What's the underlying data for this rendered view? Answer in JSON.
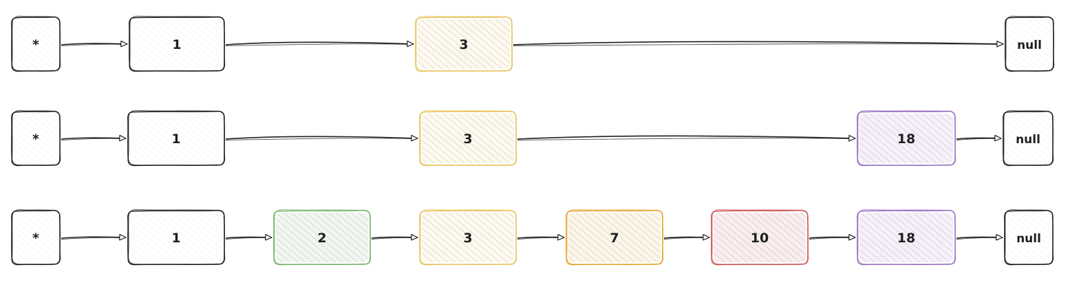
{
  "colors": {
    "default": "#1e1e1e",
    "yellow": "#e8c15a",
    "green": "#75b36a",
    "orange": "#e6a32a",
    "red": "#c9524d",
    "purple": "#9a6fc0"
  },
  "rows": [
    {
      "nodes": [
        {
          "label": "*",
          "color": "default"
        },
        {
          "label": "1",
          "color": "default"
        },
        {
          "label": "3",
          "color": "yellow"
        },
        {
          "label": "null",
          "color": "default"
        }
      ]
    },
    {
      "nodes": [
        {
          "label": "*",
          "color": "default"
        },
        {
          "label": "1",
          "color": "default"
        },
        {
          "label": "3",
          "color": "yellow"
        },
        {
          "label": "18",
          "color": "purple"
        },
        {
          "label": "null",
          "color": "default"
        }
      ]
    },
    {
      "nodes": [
        {
          "label": "*",
          "color": "default"
        },
        {
          "label": "1",
          "color": "default"
        },
        {
          "label": "2",
          "color": "green"
        },
        {
          "label": "3",
          "color": "yellow"
        },
        {
          "label": "7",
          "color": "orange"
        },
        {
          "label": "10",
          "color": "red"
        },
        {
          "label": "18",
          "color": "purple"
        },
        {
          "label": "null",
          "color": "default"
        }
      ]
    }
  ]
}
